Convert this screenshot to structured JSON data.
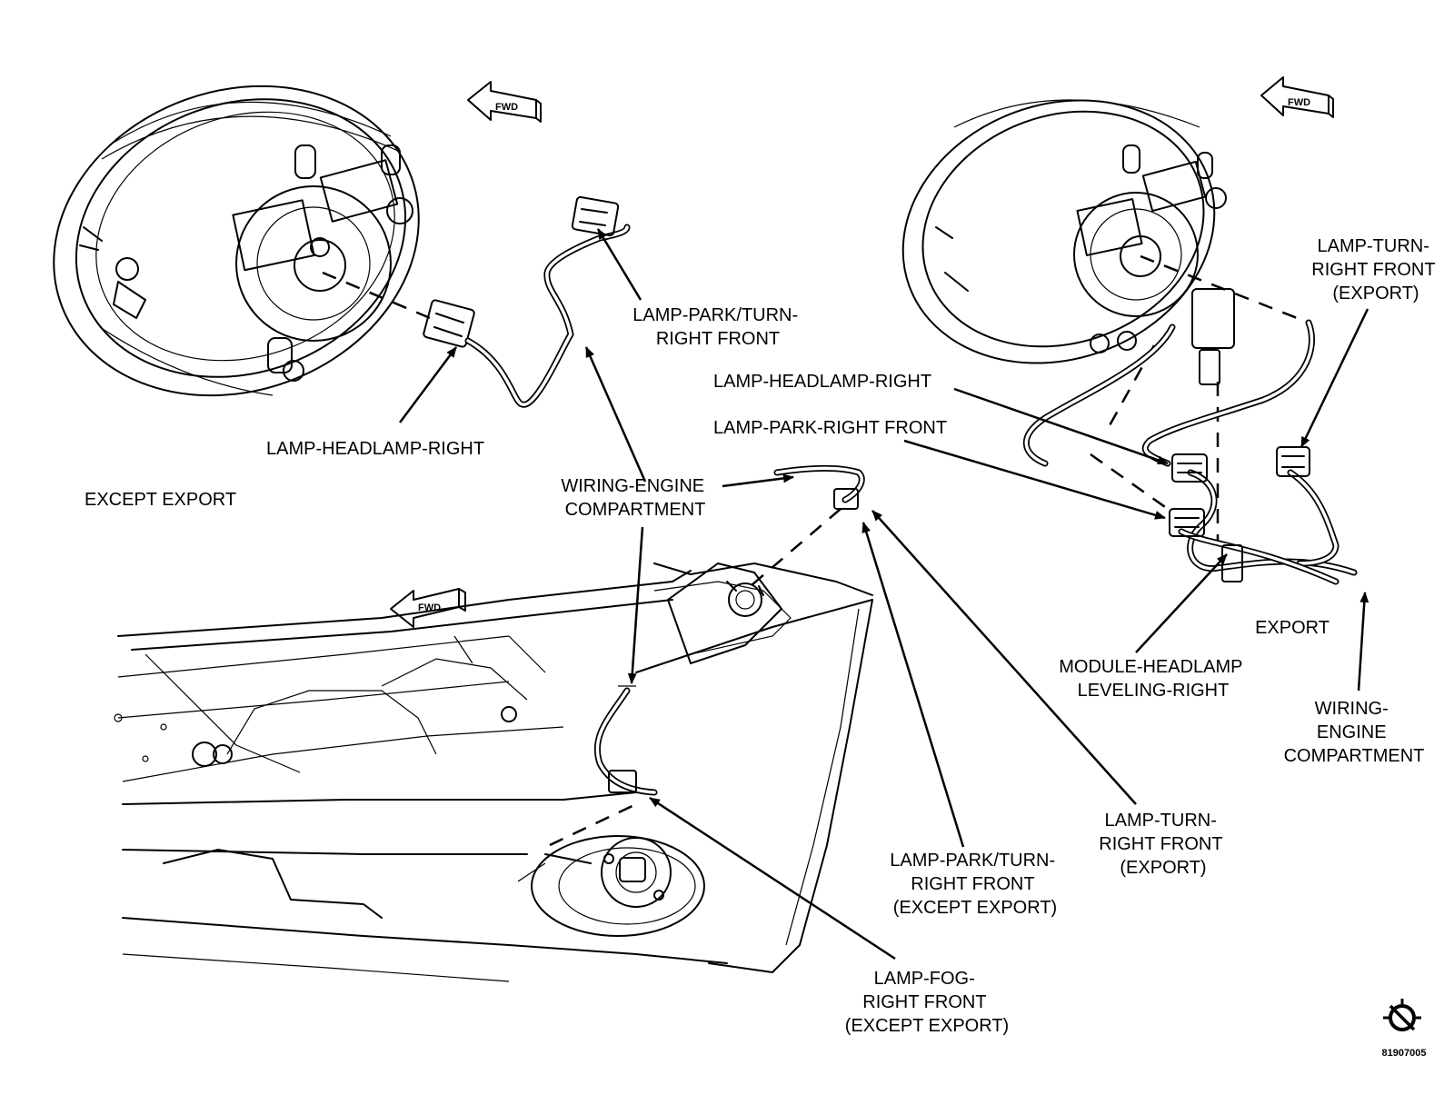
{
  "labels": {
    "park_turn_top": [
      "LAMP-PARK/TURN-",
      "RIGHT FRONT"
    ],
    "headlamp_left": "LAMP-HEADLAMP-RIGHT",
    "except_export": "EXCEPT EXPORT",
    "wiring_center": [
      "WIRING-ENGINE",
      "COMPARTMENT"
    ],
    "turn_export_top": [
      "LAMP-TURN-",
      "RIGHT FRONT",
      "(EXPORT)"
    ],
    "headlamp_right": "LAMP-HEADLAMP-RIGHT",
    "park_right": "LAMP-PARK-RIGHT FRONT",
    "export": "EXPORT",
    "module_leveling": [
      "MODULE-HEADLAMP",
      "LEVELING-RIGHT"
    ],
    "wiring_right": [
      "WIRING-",
      "ENGINE",
      "COMPARTMENT"
    ],
    "turn_export_bottom": [
      "LAMP-TURN-",
      "RIGHT FRONT",
      "(EXPORT)"
    ],
    "park_turn_except": [
      "LAMP-PARK/TURN-",
      "RIGHT FRONT",
      "(EXCEPT EXPORT)"
    ],
    "fog": [
      "LAMP-FOG-",
      "RIGHT FRONT",
      "(EXCEPT EXPORT)"
    ],
    "fwd": "FWD",
    "figure_id": "81907005"
  },
  "icons": [
    "forward-arrow-icon",
    "chrysler-logo-icon"
  ]
}
